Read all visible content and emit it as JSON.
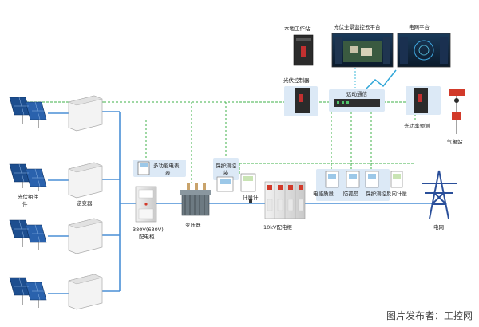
{
  "colors": {
    "power_line": "#4a8fd6",
    "comm_line": "#3fb24a",
    "fiber_line": "#7fd0e6",
    "panel_box": "#dce9f6",
    "grid_tower": "#2a4f9a",
    "accent_red": "#d23a2a"
  },
  "labels": {
    "pv_module": "光伏组件",
    "inverter": "逆变器",
    "multifunction_meter": "多功能电表",
    "lv_cabinet_line1": "380V(630V)",
    "lv_cabinet_line2": "配电柜",
    "transformer": "变压器",
    "protection_device": "保护测控",
    "meter_a": "计量计",
    "mv_switchgear": "10kV配电柜",
    "power_quality": "电能质量",
    "anti_islanding": "防孤岛",
    "protection_reverse": "保护测控反向计量",
    "grid": "电网",
    "local_workstation": "本地工作站",
    "cloud_platform": "光伏全景监控云平台",
    "grid_platform": "电网平台",
    "pv_controller": "光伏控制器",
    "remote_comm": "远动通信",
    "power_forecast": "光功率预测",
    "weather_station": "气象站"
  },
  "credit": "图片发布者：工控网"
}
